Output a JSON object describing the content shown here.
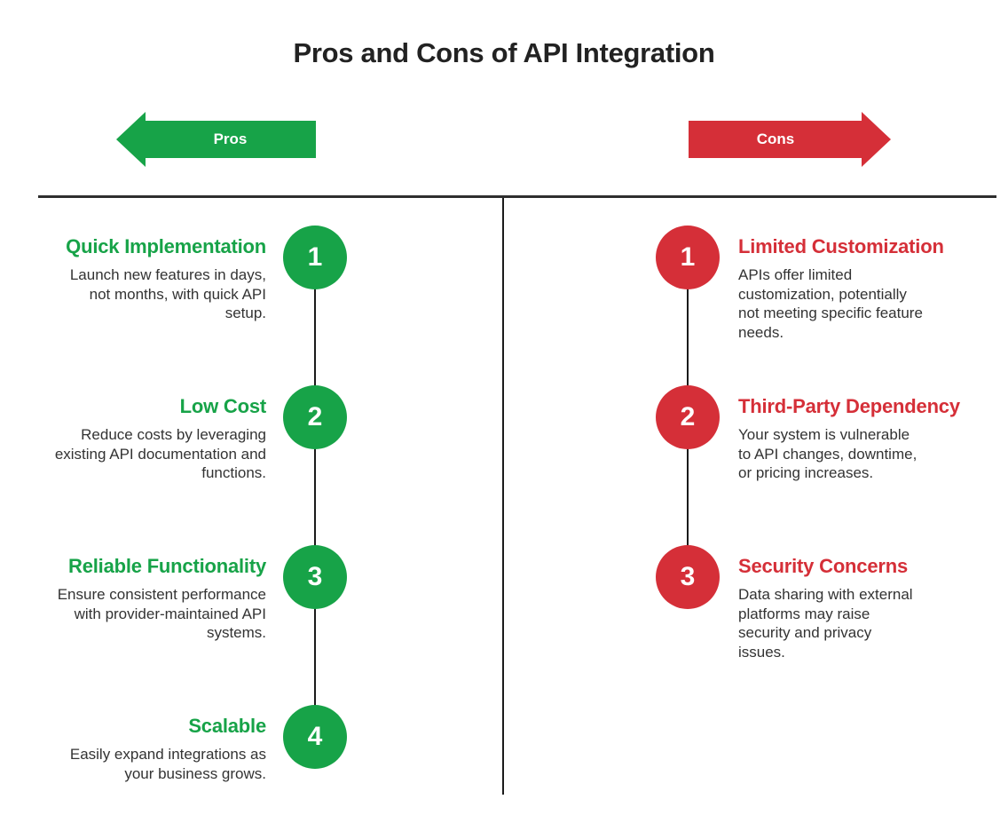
{
  "title": "Pros and Cons of API Integration",
  "colors": {
    "green": "#17a348",
    "red": "#d52f38",
    "divider": "#1b1b1b",
    "header_rule": "#2e2e2e",
    "title_text": "#222222",
    "body_text": "#333333"
  },
  "pros": {
    "label": "Pros",
    "items": [
      {
        "number": "1",
        "title": "Quick Implementation",
        "description": "Launch new features in days,\nnot months, with quick API\nsetup."
      },
      {
        "number": "2",
        "title": "Low Cost",
        "description": "Reduce costs by leveraging\nexisting API documentation and\nfunctions."
      },
      {
        "number": "3",
        "title": "Reliable Functionality",
        "description": "Ensure consistent performance\nwith provider-maintained API\nsystems."
      },
      {
        "number": "4",
        "title": "Scalable",
        "description": "Easily expand integrations as\nyour business grows."
      }
    ]
  },
  "cons": {
    "label": "Cons",
    "items": [
      {
        "number": "1",
        "title": "Limited Customization",
        "description": "APIs offer limited\ncustomization, potentially\nnot meeting specific feature\nneeds."
      },
      {
        "number": "2",
        "title": "Third-Party Dependency",
        "description": "Your system is vulnerable\nto API changes, downtime,\nor pricing increases."
      },
      {
        "number": "3",
        "title": "Security Concerns",
        "description": "Data sharing with external\nplatforms may raise\nsecurity and privacy\nissues."
      }
    ]
  }
}
